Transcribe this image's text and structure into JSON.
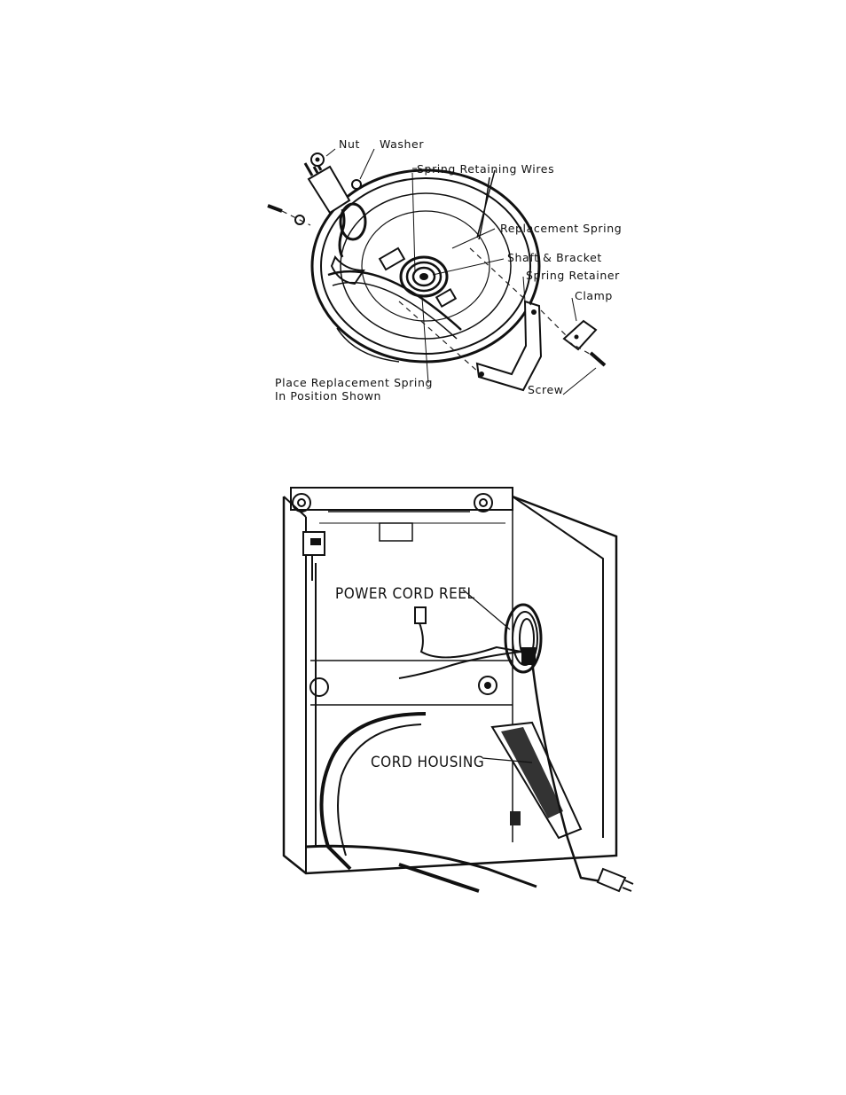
{
  "figure_top": {
    "labels": {
      "nut": "Nut",
      "washer": "Washer",
      "spring_retaining_wires": "Spring Retaining Wires",
      "replacement_spring": "Replacement Spring",
      "shaft_bracket": "Shaft & Bracket",
      "spring_retainer": "Spring Retainer",
      "clamp": "Clamp",
      "screw": "Screw",
      "place_line1": "Place Replacement Spring",
      "place_line2": "In Position Shown"
    }
  },
  "figure_bottom": {
    "labels": {
      "power_cord_reel": "POWER CORD REEL",
      "cord_housing": "CORD HOUSING"
    }
  }
}
